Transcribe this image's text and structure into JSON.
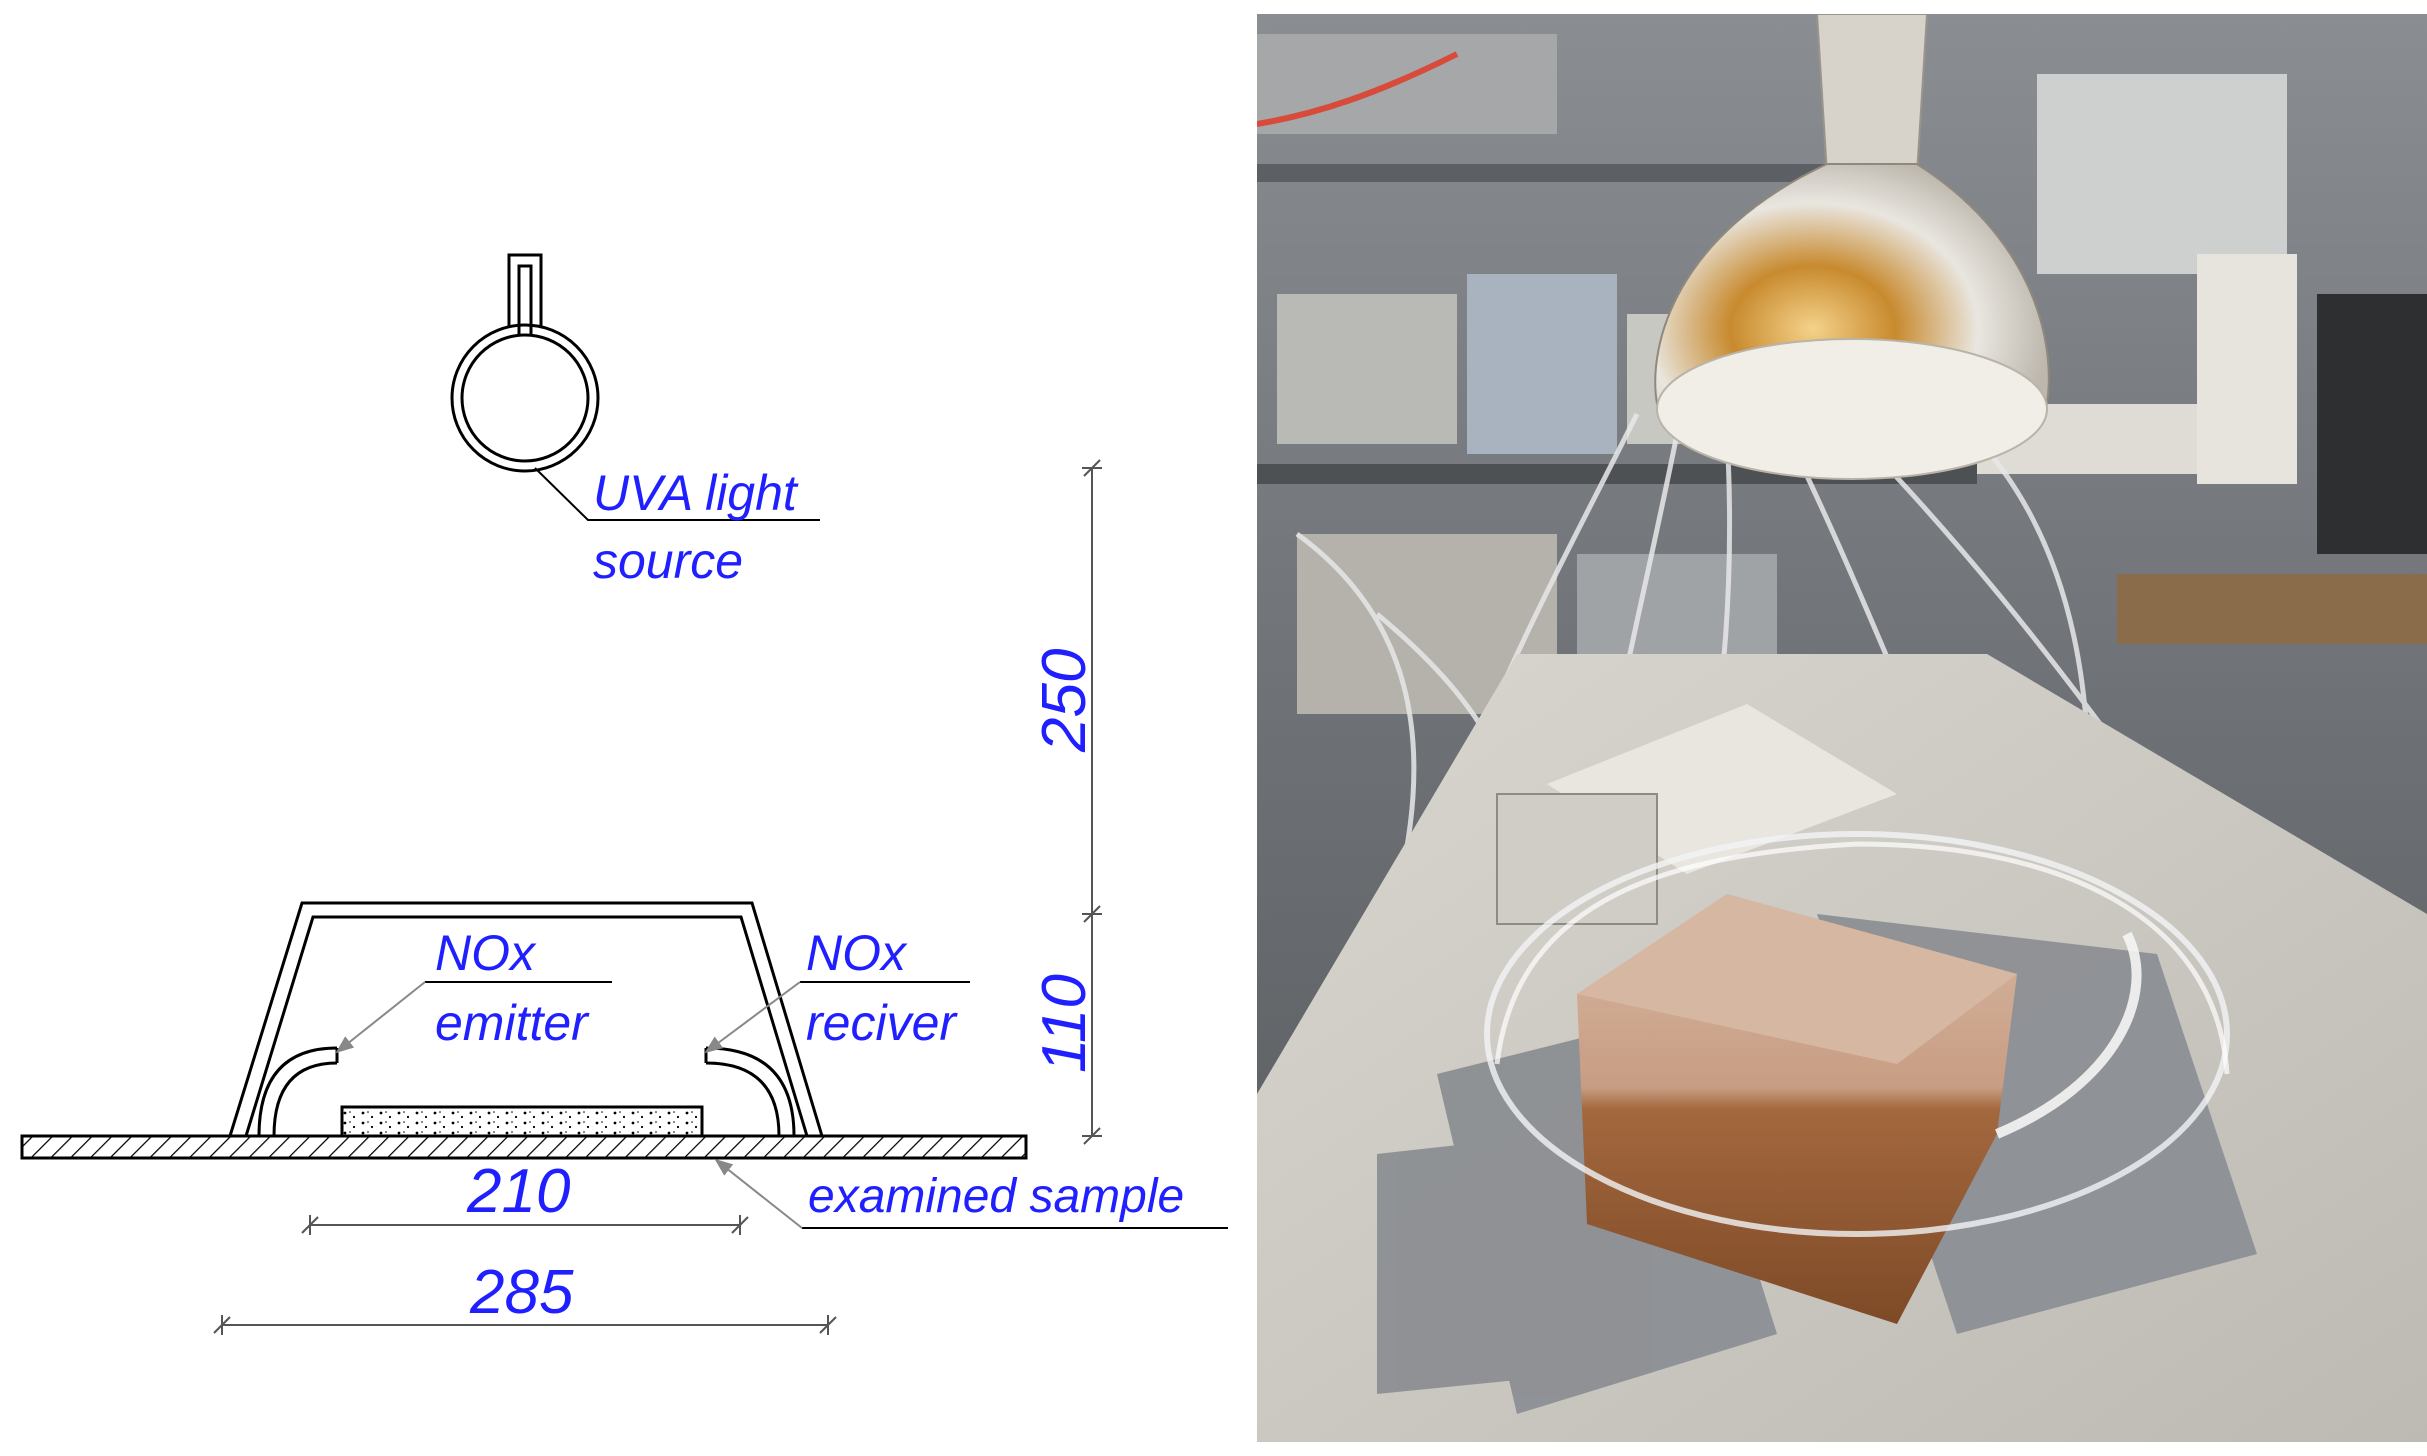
{
  "diagram": {
    "light_source": {
      "line1": "UVA light",
      "line2": "source"
    },
    "emitter": {
      "line1": "NOx",
      "line2": "emitter"
    },
    "receiver": {
      "line1": "NOx",
      "line2": "reciver"
    },
    "sample": {
      "label": "examined sample"
    },
    "dimensions": {
      "height_upper": "250",
      "height_lower": "110",
      "width_inner": "210",
      "width_outer": "285"
    },
    "colors": {
      "line": "#000000",
      "label": "#1f1fff",
      "dimension_line": "#555555"
    }
  },
  "photo": {
    "subject": "laboratory photo: UV lamp above glass bell jar covering brick sample on taped board"
  }
}
